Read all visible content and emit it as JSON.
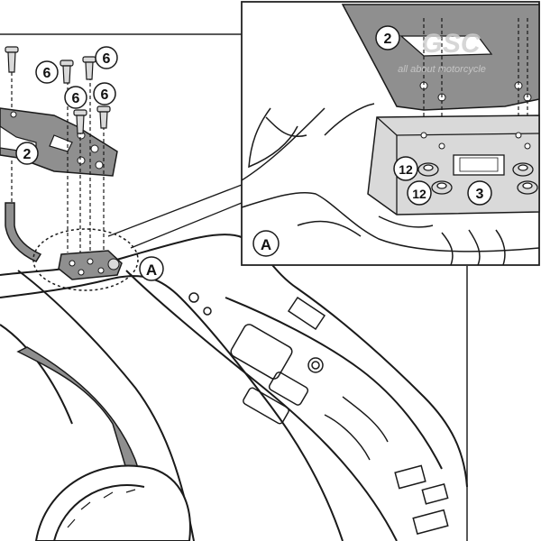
{
  "callouts": {
    "main_bracket": "2",
    "screw_a": "6",
    "screw_b": "6",
    "screw_c": "6",
    "screw_d": "6",
    "detail_label": "A"
  },
  "inset": {
    "bracket": "2",
    "plate": "3",
    "nut_a": "12",
    "nut_b": "12",
    "detail_label": "A"
  },
  "watermark": {
    "logo": "GSC",
    "tagline": "all about motorcycle"
  },
  "colors": {
    "line": "#1a1a1a",
    "metal_fill": "#8f8f8f",
    "light_fill": "#d9d9d9",
    "background": "#ffffff",
    "watermark": "#cfcfcf"
  }
}
